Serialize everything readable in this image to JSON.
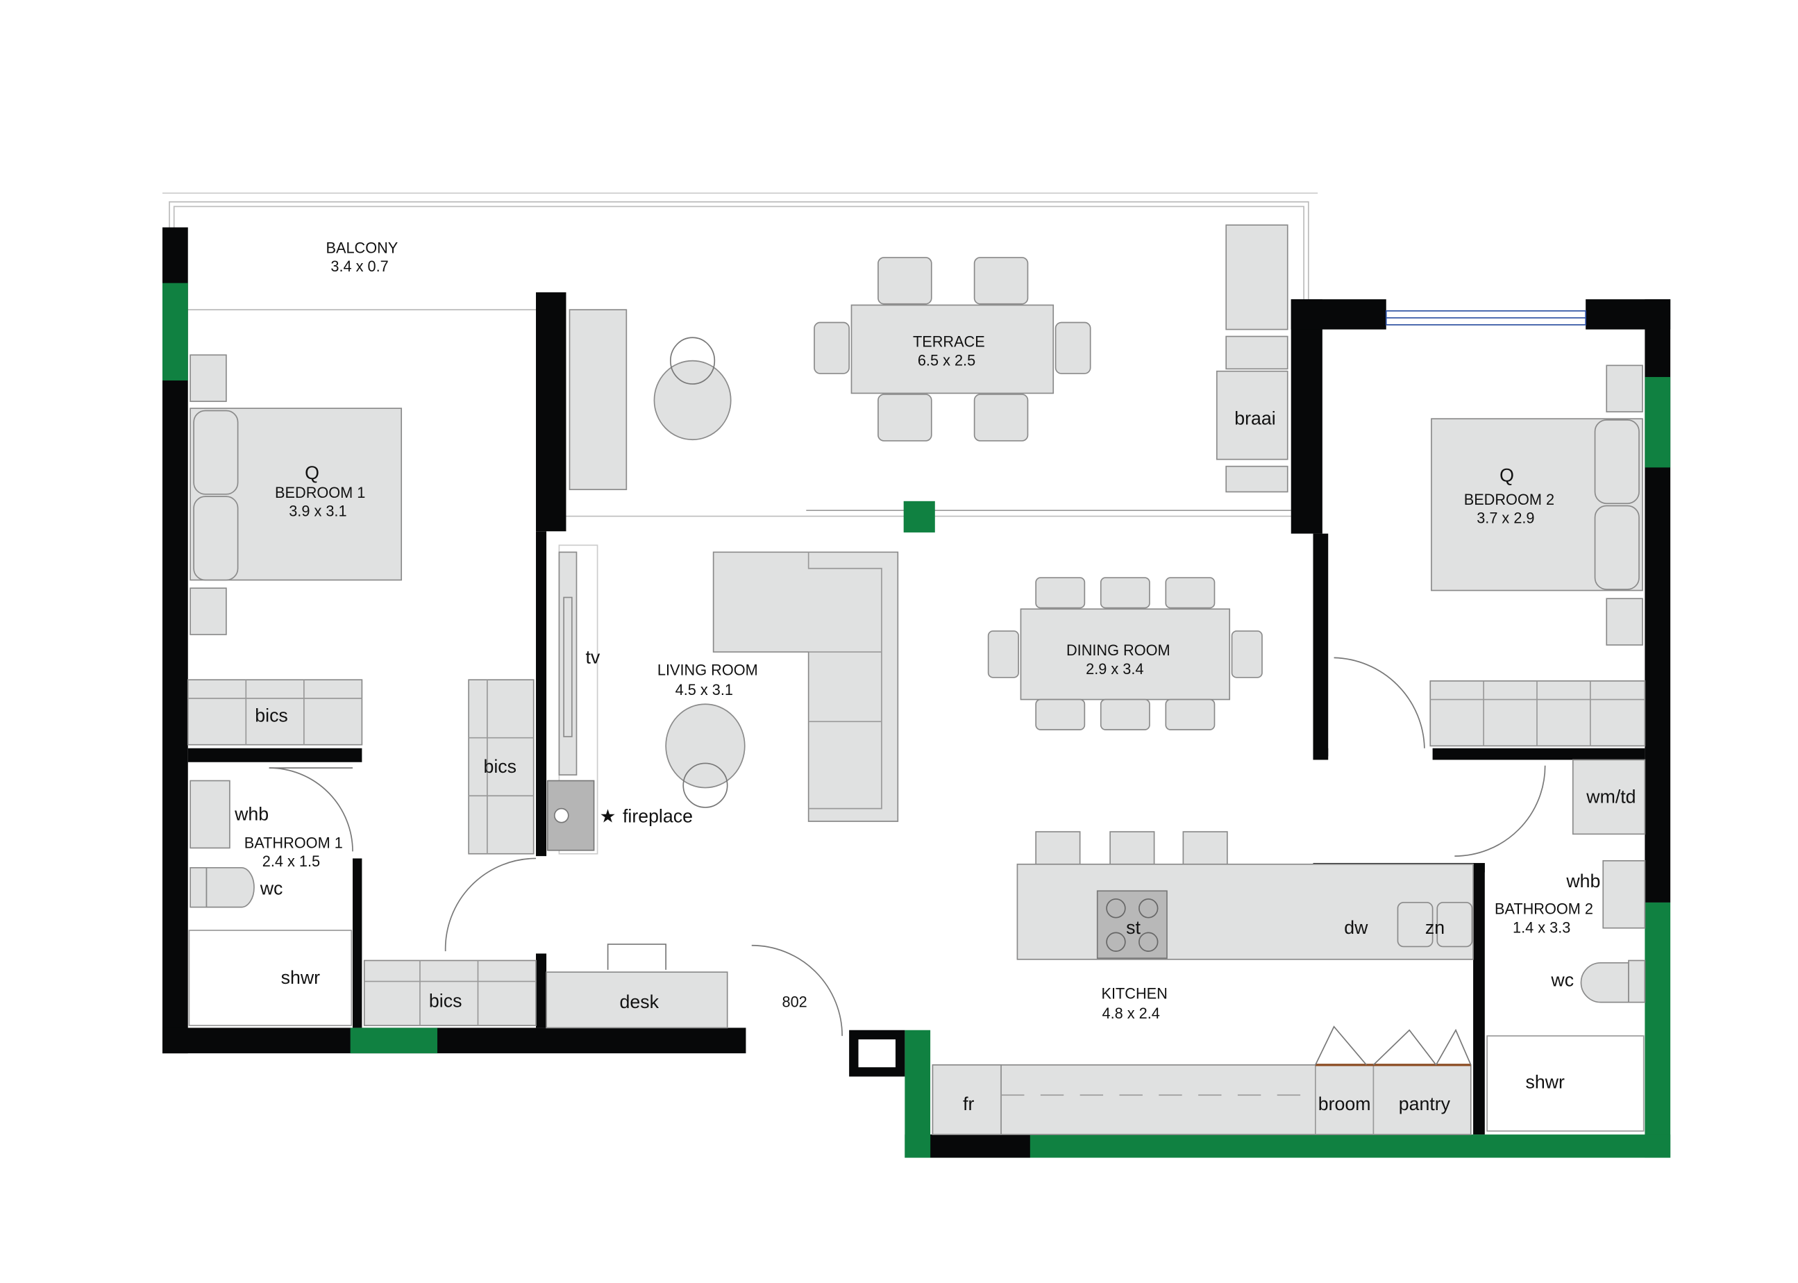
{
  "rooms": {
    "balcony": {
      "name": "BALCONY",
      "size": "3.4 x 0.7"
    },
    "terrace": {
      "name": "TERRACE",
      "size": "6.5 x 2.5"
    },
    "bedroom1": {
      "bed": "Q",
      "name": "BEDROOM 1",
      "size": "3.9 x 3.1"
    },
    "bedroom2": {
      "bed": "Q",
      "name": "BEDROOM 2",
      "size": "3.7 x 2.9"
    },
    "living": {
      "name": "LIVING ROOM",
      "size": "4.5 x 3.1"
    },
    "dining": {
      "name": "DINING ROOM",
      "size": "2.9 x 3.4"
    },
    "bathroom1": {
      "name": "BATHROOM 1",
      "size": "2.4 x 1.5"
    },
    "bathroom2": {
      "name": "BATHROOM 2",
      "size": "1.4 x 3.3"
    },
    "kitchen": {
      "name": "KITCHEN",
      "size": "4.8 x 2.4"
    }
  },
  "fixtures": {
    "braai": "braai",
    "bics_bed1": "bics",
    "bics_hall": "bics",
    "bics_bottom": "bics",
    "tv": "tv",
    "fireplace": "fireplace",
    "fireplace_marker": "★",
    "whb1": "whb",
    "wc1": "wc",
    "shwr1": "shwr",
    "desk": "desk",
    "unit_number": "802",
    "wm_td": "wm/td",
    "whb2": "whb",
    "wc2": "wc",
    "shwr2": "shwr",
    "st": "st",
    "dw": "dw",
    "zn": "zn",
    "fr": "fr",
    "broom": "broom",
    "pantry": "pantry"
  },
  "colors": {
    "wall": "#070809",
    "green_wall": "#108141",
    "furniture": "#e0e1e1"
  }
}
